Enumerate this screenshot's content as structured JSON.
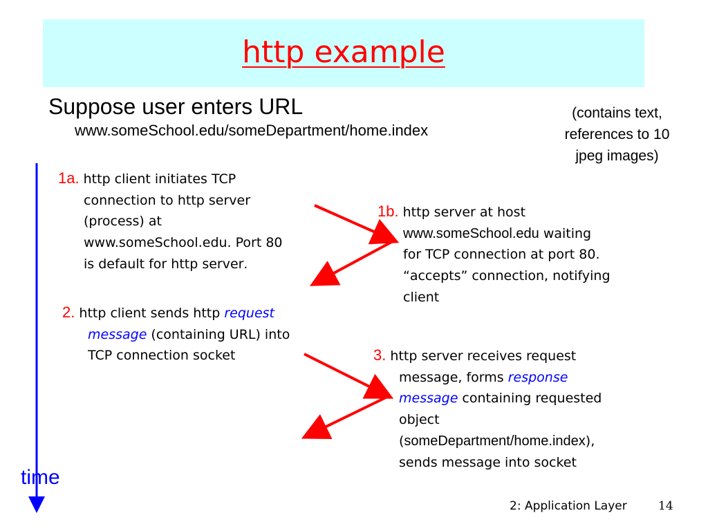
{
  "slide": {
    "title": "http example",
    "intro": "Suppose user enters URL",
    "url": "www.someSchool.edu/someDepartment/home.index",
    "note": {
      "lines": [
        "(contains text,",
        "references to 10",
        "jpeg images)"
      ]
    },
    "steps": {
      "s1a": {
        "num": "1a.",
        "l1": "http client initiates TCP",
        "l2": "connection to http server",
        "l3": "(process) at",
        "l4": "www.someSchool.edu. Port 80",
        "l5": "is default for http server",
        "l5_end": "."
      },
      "s1b": {
        "num": "1b.",
        "l1": "http server at host",
        "l2_host": "www.someSchool.edu",
        "l2_rest": " waiting",
        "l3": "for TCP connection at port 80.",
        "l4": "“accepts” connection, notifying",
        "l5": "client"
      },
      "s2": {
        "num": "2.",
        "l1": "http client sends http ",
        "l1_em": "request",
        "l2_em": "message",
        "l2_rest": " (containing URL) into",
        "l3": "TCP connection socket"
      },
      "s3": {
        "num": "3.",
        "l1": "http server receives request",
        "l2": "message, forms ",
        "l2_em": "response",
        "l3_em": "message",
        "l3_rest": " containing requested",
        "l4": "object",
        "l5_open": "(",
        "l5_path": "someDepartment/home.index",
        "l5_close": "),",
        "l6": "sends message into socket"
      }
    },
    "time_label": "time",
    "footer": "2: Application Layer",
    "page_number": "14",
    "colors": {
      "title": "#ff0000",
      "title_band": "#ccffff",
      "arrow": "#ff0000",
      "timeline": "#0000ff",
      "emphasis": "#0000ff"
    }
  }
}
